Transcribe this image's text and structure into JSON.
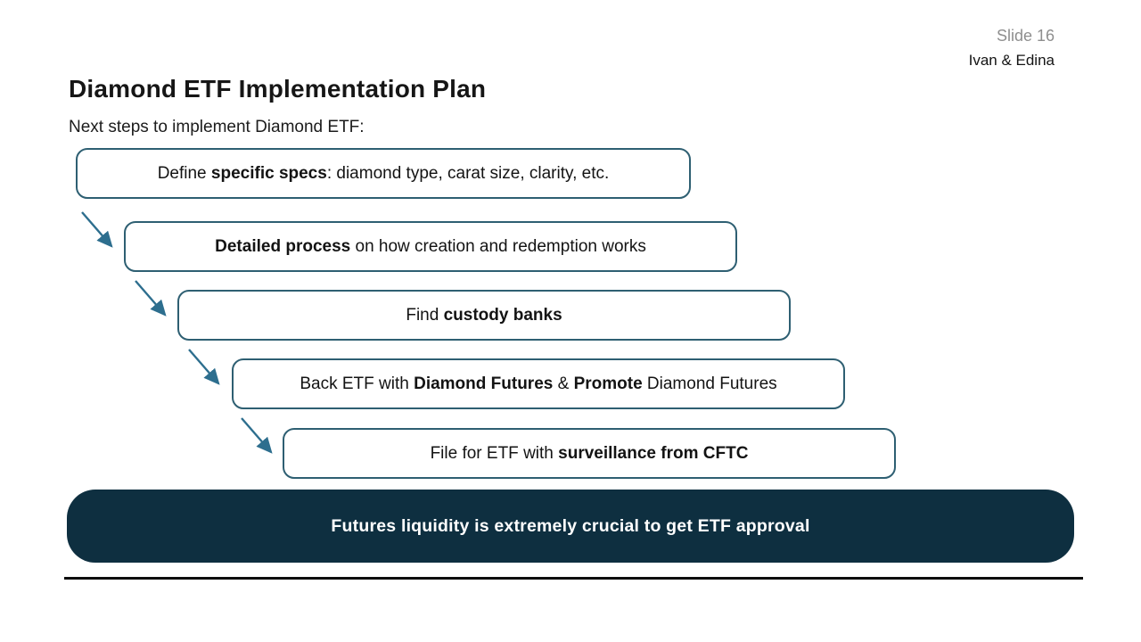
{
  "header": {
    "slide_number": "Slide 16",
    "authors": "Ivan & Edina"
  },
  "title": "Diamond ETF Implementation Plan",
  "subtitle": "Next steps to implement Diamond ETF:",
  "steps": [
    {
      "segments": [
        {
          "text": "Define "
        },
        {
          "text": "specific specs",
          "bold": true
        },
        {
          "text": ": diamond type, carat size, clarity, etc."
        }
      ]
    },
    {
      "segments": [
        {
          "text": "Detailed process",
          "bold": true
        },
        {
          "text": " on how creation and redemption works"
        }
      ]
    },
    {
      "segments": [
        {
          "text": "Find "
        },
        {
          "text": "custody banks",
          "bold": true
        }
      ]
    },
    {
      "segments": [
        {
          "text": "Back ETF with "
        },
        {
          "text": "Diamond Futures",
          "bold": true
        },
        {
          "text": " & "
        },
        {
          "text": "Promote",
          "bold": true
        },
        {
          "text": " Diamond Futures"
        }
      ]
    },
    {
      "segments": [
        {
          "text": "File for ETF with "
        },
        {
          "text": "surveillance from CFTC",
          "bold": true
        }
      ]
    }
  ],
  "callout": {
    "text": "Futures liquidity is extremely crucial to get ETF approval"
  },
  "icons": {
    "flow_arrow": "diagonal-down-right-arrow"
  },
  "colors": {
    "box_border": "#2e5f72",
    "arrow": "#2d6e8e",
    "callout_bg": "#0e2f40",
    "muted": "#8e8e8e",
    "ink": "#161616",
    "line_color": "#0d0d0d"
  }
}
